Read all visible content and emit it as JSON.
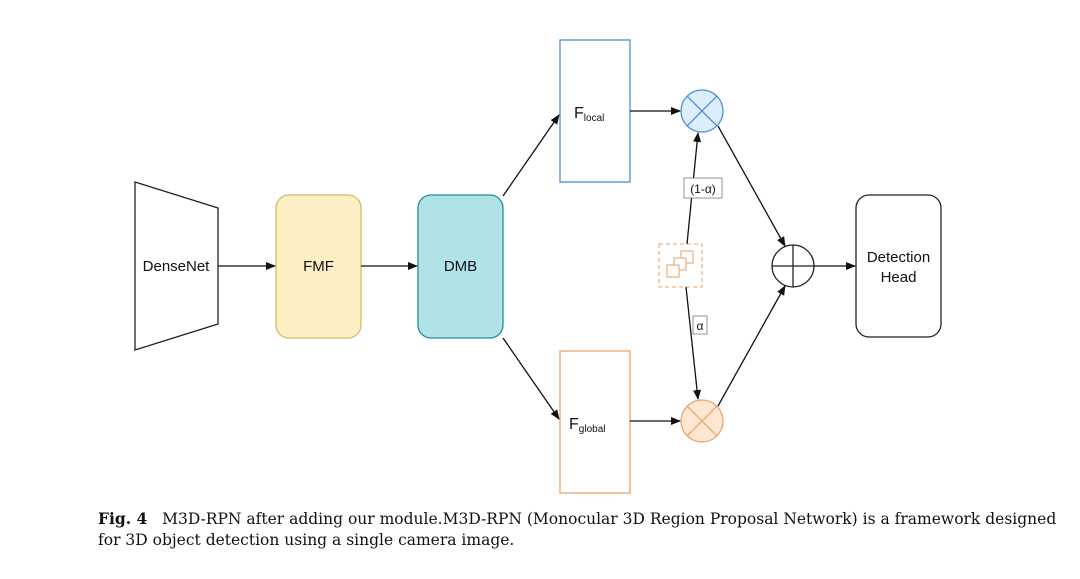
{
  "diagram": {
    "nodes": {
      "densenet": "DenseNet",
      "fmf": "FMF",
      "dmb": "DMB",
      "f_local_main": "F",
      "f_local_sub": "local",
      "f_global_main": "F",
      "f_global_sub": "global",
      "detection_head_line1": "Detection",
      "detection_head_line2": "Head"
    },
    "weights": {
      "one_minus_alpha": "(1-α)",
      "alpha": "α"
    },
    "colors": {
      "fmf_fill": "#fdefc4",
      "fmf_stroke": "#d8b86a",
      "dmb_fill": "#b0e3e6",
      "dmb_stroke": "#1f8f9a",
      "local_stroke": "#4a8fd9",
      "global_stroke": "#eba56c",
      "local_multiply_stroke": "#4a8fd9",
      "local_multiply_fill": "#dceefc",
      "global_multiply_stroke": "#eba56c",
      "global_multiply_fill": "#fde6d2",
      "attention_stroke": "#eba56c"
    }
  },
  "caption": {
    "label": "Fig. 4",
    "text": "M3D-RPN after adding our module.M3D-RPN (Monocular 3D Region Proposal Network) is a framework designed for 3D object detection using a single camera image."
  }
}
